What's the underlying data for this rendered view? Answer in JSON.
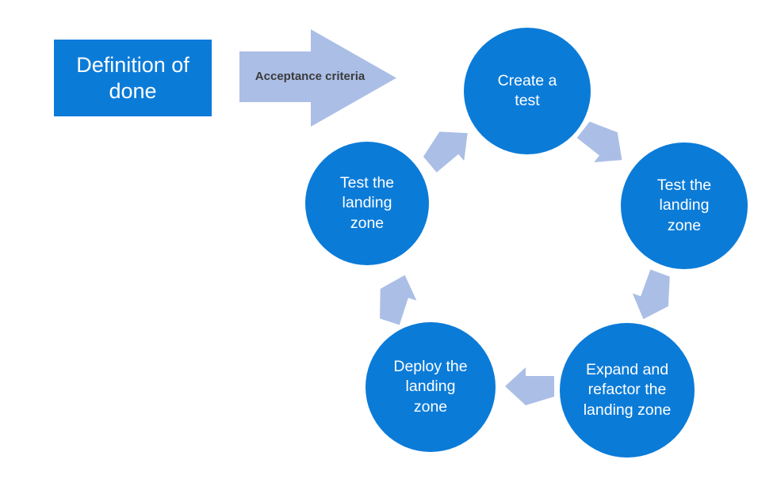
{
  "colors": {
    "primary_blue": "#0b7bd8",
    "arrow_light_blue": "#abbee6",
    "arrow_label_text": "#3b3b3b",
    "node_text": "#ffffff",
    "background": "#ffffff"
  },
  "start_box": {
    "label": "Definition of done"
  },
  "input_arrow": {
    "label": "Acceptance criteria"
  },
  "cycle": {
    "direction": "clockwise",
    "nodes": [
      {
        "id": "create-a-test",
        "position": "top",
        "label": "Create a test"
      },
      {
        "id": "test-the-landing-zone-right",
        "position": "right",
        "label": "Test the landing zone"
      },
      {
        "id": "expand-and-refactor-the-landing-zone",
        "position": "bottom-right",
        "label": "Expand and refactor the landing zone"
      },
      {
        "id": "deploy-the-landing-zone",
        "position": "bottom-left",
        "label": "Deploy the landing zone"
      },
      {
        "id": "test-the-landing-zone-left",
        "position": "left",
        "label": "Test the landing zone"
      }
    ],
    "edges": [
      {
        "from": "create-a-test",
        "to": "test-the-landing-zone-right"
      },
      {
        "from": "test-the-landing-zone-right",
        "to": "expand-and-refactor-the-landing-zone"
      },
      {
        "from": "expand-and-refactor-the-landing-zone",
        "to": "deploy-the-landing-zone"
      },
      {
        "from": "deploy-the-landing-zone",
        "to": "test-the-landing-zone-left"
      },
      {
        "from": "test-the-landing-zone-left",
        "to": "create-a-test"
      }
    ]
  }
}
